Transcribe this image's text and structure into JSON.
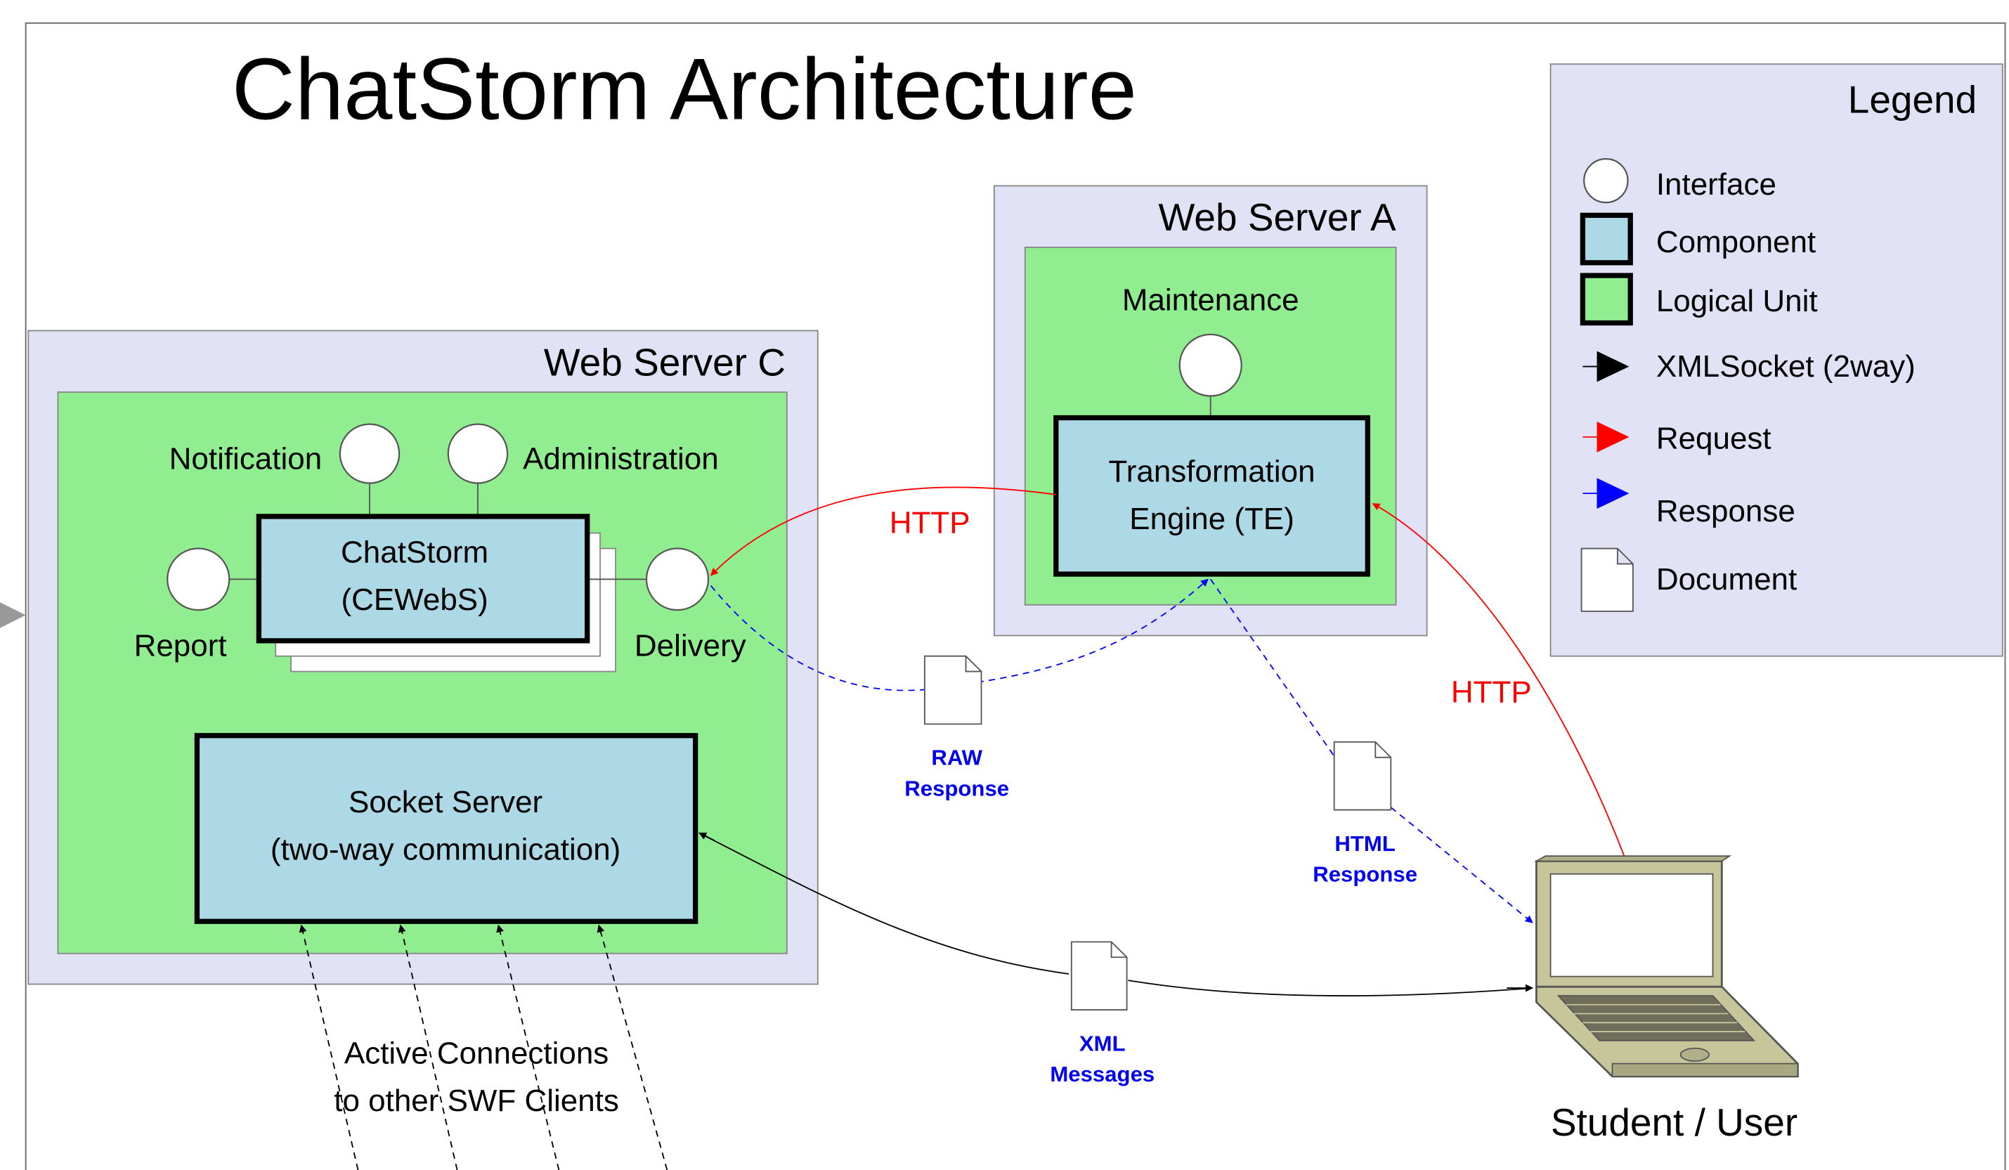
{
  "title": "ChatStorm Architecture",
  "colors": {
    "server_fill": "#e2e2f6",
    "unit_fill": "#90ee90",
    "component_fill": "#add8e6",
    "request": "#ff0000",
    "response": "#0000ff",
    "socket": "#000000",
    "label_blue": "#0000ee",
    "laptop_fill": "#c6c69a"
  },
  "web_server_a": {
    "label": "Web Server A",
    "maintenance_label": "Maintenance",
    "te_line1": "Transformation",
    "te_line2": "Engine (TE)"
  },
  "web_server_c": {
    "label": "Web Server C",
    "notification_label": "Notification",
    "administration_label": "Administration",
    "report_label": "Report",
    "delivery_label": "Delivery",
    "chatstorm_line1": "ChatStorm",
    "chatstorm_line2": "(CEWebS)",
    "socket_line1": "Socket Server",
    "socket_line2": "(two-way communication)"
  },
  "connections": {
    "http_left": "HTTP",
    "http_right": "HTTP",
    "raw_line1": "RAW",
    "raw_line2": "Response",
    "html_line1": "HTML",
    "html_line2": "Response",
    "xml_line1": "XML",
    "xml_line2": "Messages",
    "active_line1": "Active Connections",
    "active_line2": "to other SWF Clients"
  },
  "client": {
    "label": "Student / User"
  },
  "legend": {
    "title": "Legend",
    "items": [
      {
        "label": "Interface",
        "icon": "circle-icon"
      },
      {
        "label": "Component",
        "icon": "component-icon"
      },
      {
        "label": "Logical Unit",
        "icon": "logical-unit-icon"
      },
      {
        "label": "XMLSocket (2way)",
        "icon": "black-arrow-icon"
      },
      {
        "label": "Request",
        "icon": "red-arrow-icon"
      },
      {
        "label": "Response",
        "icon": "blue-arrow-icon"
      },
      {
        "label": "Document",
        "icon": "document-icon"
      }
    ]
  }
}
